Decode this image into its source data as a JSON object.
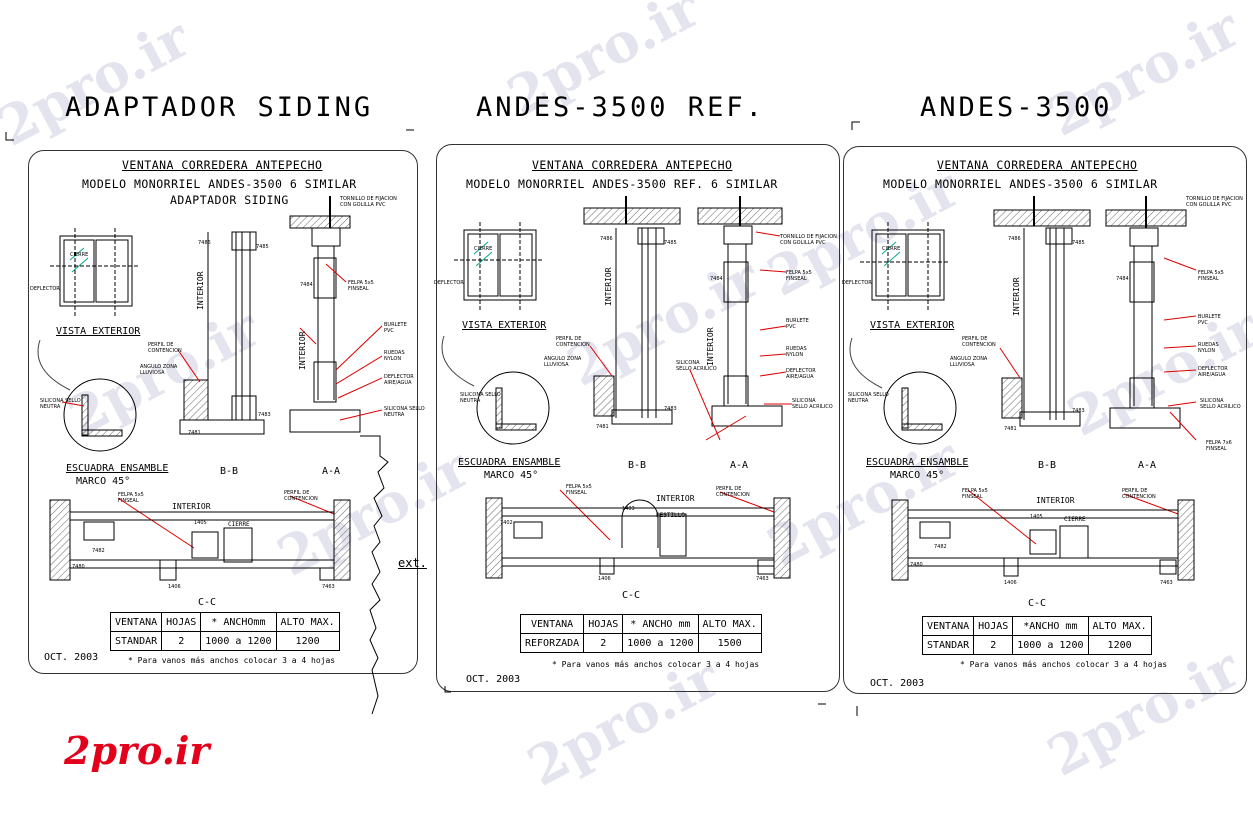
{
  "watermark": "2pro.ir",
  "logo": "2pro.ir",
  "titles": [
    "ADAPTADOR SIDING",
    "ANDES-3500 REF.",
    "ANDES-3500"
  ],
  "panels": [
    {
      "header1": "VENTANA CORREDERA ANTEPECHO",
      "header2": "MODELO MONORRIEL ANDES-3500 6 SIMILAR",
      "header3": "ADAPTADOR SIDING",
      "vista": "VISTA EXTERIOR",
      "escuadra": "ESCUADRA ENSAMBLE",
      "marco": "MARCO 45°",
      "interior": "INTERIOR",
      "cierre": "CIERRE",
      "sec_bb": "B-B",
      "sec_aa": "A-A",
      "sec_cc": "C-C",
      "ext": "ext.",
      "table": {
        "headers": [
          "VENTANA",
          "HOJAS",
          "* ANCHOmm",
          "ALTO MAX."
        ],
        "row": [
          "STANDAR",
          "2",
          "1000 a 1200",
          "1200"
        ]
      },
      "note": "* Para vanos más anchos colocar 3 a 4 hojas",
      "date": "OCT. 2003"
    },
    {
      "header1": "VENTANA CORREDERA ANTEPECHO",
      "header2": "MODELO MONORRIEL ANDES-3500 REF. 6  SIMILAR",
      "vista": "VISTA EXTERIOR",
      "escuadra": "ESCUADRA ENSAMBLE",
      "marco": "MARCO 45°",
      "interior": "INTERIOR",
      "pestillo": "PESTILLO",
      "sec_bb": "B-B",
      "sec_aa": "A-A",
      "sec_cc": "C-C",
      "table": {
        "headers": [
          "VENTANA",
          "HOJAS",
          "* ANCHO mm",
          "ALTO MAX."
        ],
        "row": [
          "REFORZADA",
          "2",
          "1000 a 1200",
          "1500"
        ]
      },
      "note": "* Para vanos más anchos colocar 3 a 4 hojas",
      "date": "OCT. 2003"
    },
    {
      "header1": "VENTANA CORREDERA ANTEPECHO",
      "header2": "MODELO MONORRIEL ANDES-3500 6 SIMILAR",
      "vista": "VISTA EXTERIOR",
      "escuadra": "ESCUADRA ENSAMBLE",
      "marco": "MARCO 45°",
      "interior": "INTERIOR",
      "cierre": "CIERRE",
      "sec_bb": "B-B",
      "sec_aa": "A-A",
      "sec_cc": "C-C",
      "table": {
        "headers": [
          "VENTANA",
          "HOJAS",
          "*ANCHO mm",
          "ALTO MAX."
        ],
        "row": [
          "STANDAR",
          "2",
          "1000 a 1200",
          "1200"
        ]
      },
      "note": "* Para vanos más anchos colocar 3 a 4 hojas",
      "date": "OCT. 2003"
    }
  ],
  "callouts": {
    "perfil": "PERFIL DE\nCONTENCION",
    "angulo": "ANGULO ZONA\nLLUVIOSA",
    "silicona": "SILICONA SELLO\nNEUTRA",
    "deflector": "DEFLECTOR",
    "cierre": "CIERRE",
    "felpa": "FELPA 5x5\nFINSEAL",
    "burlete": "BURLETE\nPVC",
    "ruedas": "RUEDAS\nNYLON",
    "deflector_aire": "DEFLECTOR\nAIRE/AGUA",
    "tornillo": "TORNILLO DE FIJACION\nCON GOLILLA PVC",
    "silicona_acrilica": "SILICONA\nSELLO ACRILICO",
    "felpa_7x6": "FELPA 7x6\nFINSEAL"
  },
  "part_numbers": [
    "7486",
    "7485",
    "7484",
    "7481",
    "7483",
    "7482",
    "1405",
    "7480",
    "1406",
    "7463",
    "1403",
    "7402"
  ]
}
